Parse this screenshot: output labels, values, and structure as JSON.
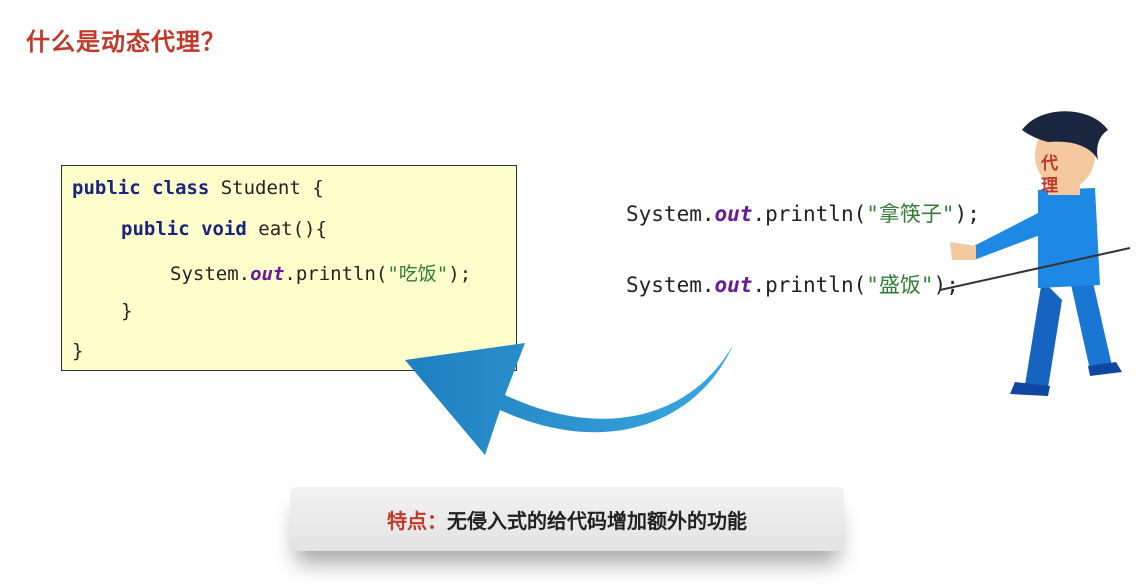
{
  "title": "什么是动态代理？",
  "code_box": {
    "line1": {
      "kw1": "public",
      "kw2": "class",
      "rest": " Student {"
    },
    "line2": {
      "kw1": "public",
      "kw2": "void",
      "rest": " eat(){"
    },
    "line3": {
      "pre": "System.",
      "italic": "out",
      "mid": ".println(",
      "str": "\"吃饭\"",
      "end": ");"
    },
    "line4": "}",
    "line5": "}"
  },
  "proxy_code": [
    {
      "pre": "System.",
      "italic": "out",
      "mid": ".println(",
      "str": "\"拿筷子\"",
      "end": ");"
    },
    {
      "pre": "System.",
      "italic": "out",
      "mid": ".println(",
      "str": "\"盛饭\"",
      "end": ");"
    }
  ],
  "person_label": [
    "代",
    "理"
  ],
  "feature": {
    "label": "特点：",
    "text": "无侵入式的给代码增加额外的功能"
  },
  "colors": {
    "title": "#c0392b",
    "arrow": "#2a8fcb",
    "code_bg": "#ffffcc",
    "string": "#2e7d32"
  },
  "icons": {
    "arrow": "curved-arrow-icon",
    "person": "proxy-person-illustration"
  }
}
